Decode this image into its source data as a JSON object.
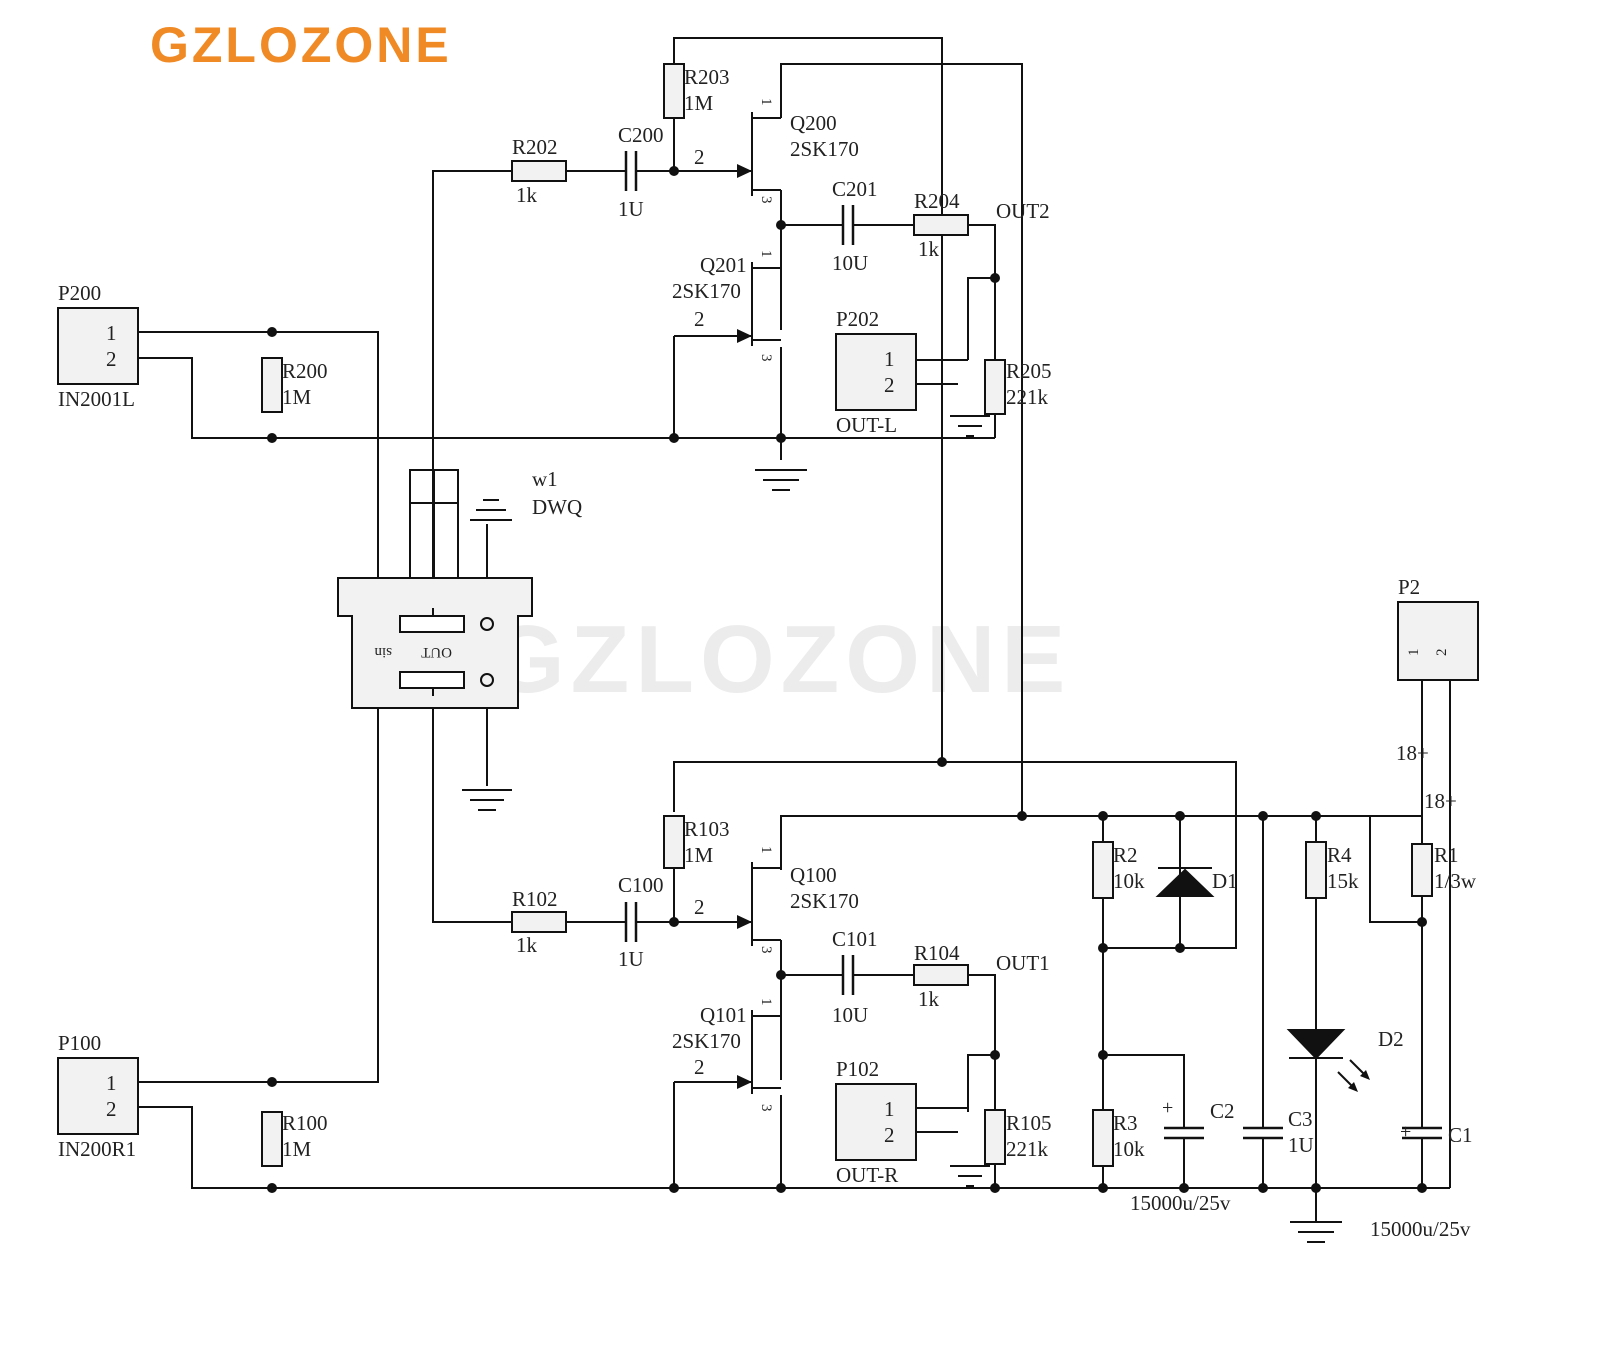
{
  "brand": {
    "name": "GZLOZONE",
    "color": "#f08a24"
  },
  "watermark": {
    "text": "GZLOZONE",
    "color": "#ececec"
  },
  "colors": {
    "wire": "#111111",
    "component_fill": "#f2f2f2",
    "text": "#222222"
  },
  "labels": {
    "P200": "P200",
    "IN2001L": "IN2001L",
    "R200": "R200",
    "R200v": "1M",
    "R202": "R202",
    "R202v": "1k",
    "C200": "C200",
    "C200v": "1U",
    "R203": "R203",
    "R203v": "1M",
    "Q200": "Q200",
    "Q200v": "2SK170",
    "C201": "C201",
    "C201v": "10U",
    "R204": "R204",
    "R204v": "1k",
    "OUT2": "OUT2",
    "Q201": "Q201",
    "Q201v": "2SK170",
    "P202": "P202",
    "OUTL": "OUT-L",
    "R205": "R205",
    "R205v": "221k",
    "w1": "w1",
    "DWQ": "DWQ",
    "pot_out": "OUT",
    "pot_sin": "sin",
    "P100": "P100",
    "IN200R1": "IN200R1",
    "R100": "R100",
    "R100v": "1M",
    "R102": "R102",
    "R102v": "1k",
    "C100": "C100",
    "C100v": "1U",
    "R103": "R103",
    "R103v": "1M",
    "Q100": "Q100",
    "Q100v": "2SK170",
    "C101": "C101",
    "C101v": "10U",
    "R104": "R104",
    "R104v": "1k",
    "OUT1": "OUT1",
    "Q101": "Q101",
    "Q101v": "2SK170",
    "P102": "P102",
    "OUTR": "OUT-R",
    "R105": "R105",
    "R105v": "221k",
    "R2": "R2",
    "R2v": "10k",
    "D1": "D1",
    "R3": "R3",
    "R3v": "10k",
    "C2": "C2",
    "C2v": "15000u/25v",
    "C3": "C3",
    "C3v": "1U",
    "R4": "R4",
    "R4v": "15k",
    "D2": "D2",
    "P2": "P2",
    "v18a": "18+",
    "v18b": "18+",
    "R1": "R1",
    "R1v": "1/3w",
    "C1": "C1",
    "C1v": "15000u/25v",
    "pin1": "1",
    "pin2": "2",
    "pin3": "3",
    "plus": "+"
  }
}
